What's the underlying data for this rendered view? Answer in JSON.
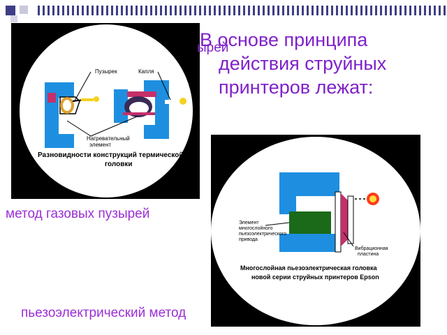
{
  "slide": {
    "title_line1": "В основе принципа",
    "title_line2": "действия струйных",
    "title_line3": "принтеров лежат:",
    "ghost_text": "ырей"
  },
  "thermal": {
    "caption": "метод газовых пузырей",
    "label_bubble": "Пузырек",
    "label_drop": "Капля",
    "label_heater_1": "Нагревательный",
    "label_heater_2": "элемент",
    "title_1": "Разновидности конструкций термической",
    "title_2": "головки"
  },
  "piezo": {
    "caption": "пьезоэлектрический метод",
    "label_element_1": "Элемент",
    "label_element_2": "многослойного",
    "label_element_3": "пьезоэлектрического",
    "label_element_4": "привода",
    "label_plate_1": "Вибрационная",
    "label_plate_2": "пластина",
    "title_1": "Многослойная пьезоэлектрическая головка",
    "title_2": "новой серии струйных принтеров Epson"
  },
  "colors": {
    "accent": "#7f22c9",
    "bar": "#3e3e86",
    "diagram_blue": "#1e8fe0",
    "diagram_green": "#1a6a1a",
    "drop": "#ff3b1a"
  }
}
